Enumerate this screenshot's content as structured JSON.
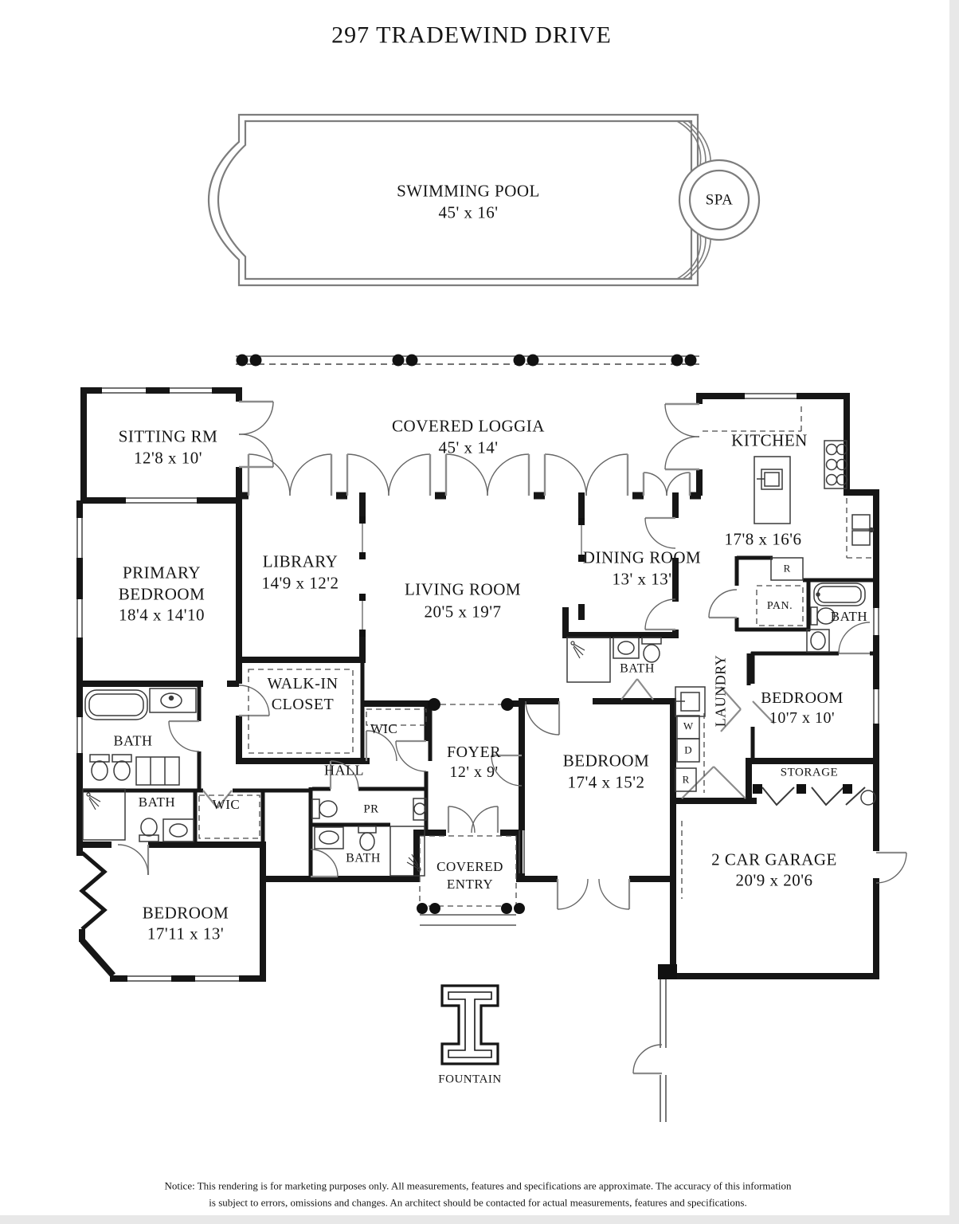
{
  "title": "297 TRADEWIND DRIVE",
  "pool": {
    "name": "SWIMMING POOL",
    "dims": "45' x 16'",
    "spa": "SPA"
  },
  "rooms": {
    "covered_loggia": {
      "name": "COVERED LOGGIA",
      "dims": "45' x 14'"
    },
    "sitting_room": {
      "name": "SITTING RM",
      "dims": "12'8 x 10'"
    },
    "kitchen": {
      "name": "KITCHEN",
      "dims": "17'8 x 16'6"
    },
    "primary_bedroom": {
      "name": "PRIMARY BEDROOM",
      "dims": "18'4 x 14'10"
    },
    "library": {
      "name": "LIBRARY",
      "dims": "14'9 x 12'2"
    },
    "living_room": {
      "name": "LIVING ROOM",
      "dims": "20'5 x 19'7"
    },
    "dining_room": {
      "name": "DINING ROOM",
      "dims": "13' x 13'"
    },
    "walk_in_closet": {
      "name": "WALK-IN CLOSET"
    },
    "wic_hall": {
      "name": "WIC"
    },
    "wic_left": {
      "name": "WIC"
    },
    "primary_bath": {
      "name": "BATH"
    },
    "bath_2": {
      "name": "BATH"
    },
    "bath_entry": {
      "name": "BATH"
    },
    "bath_right": {
      "name": "BATH"
    },
    "bath_bedroom2": {
      "name": "BATH"
    },
    "hall": {
      "name": "HALL"
    },
    "powder_room": {
      "name": "PR"
    },
    "foyer": {
      "name": "FOYER",
      "dims": "12' x 9'"
    },
    "covered_entry": {
      "name": "COVERED ENTRY"
    },
    "bedroom_2": {
      "name": "BEDROOM",
      "dims": "17'4 x 15'2"
    },
    "bedroom_3": {
      "name": "BEDROOM",
      "dims": "17'11 x 13'"
    },
    "bedroom_4": {
      "name": "BEDROOM",
      "dims": "10'7 x 10'"
    },
    "laundry": {
      "name": "LAUNDRY"
    },
    "pantry": {
      "name": "PAN."
    },
    "storage": {
      "name": "STORAGE"
    },
    "garage": {
      "name": "2 CAR GARAGE",
      "dims": "20'9 x 20'6"
    }
  },
  "features": {
    "fountain": "FOUNTAIN"
  },
  "appliances": {
    "washer": "W",
    "dryer": "D",
    "laundry_fridge": "R",
    "kitchen_fridge": "R"
  },
  "notice": {
    "line1": "Notice: This rendering is for marketing purposes only. All measurements, features and specifications are approximate. The accuracy of this information",
    "line2": "is subject to errors, omissions and changes. An architect should be contacted for actual measurements, features and specifications."
  },
  "colors": {
    "line": "#161616",
    "door": "#8c8c8c",
    "page_edge": "#e8e8e8"
  }
}
